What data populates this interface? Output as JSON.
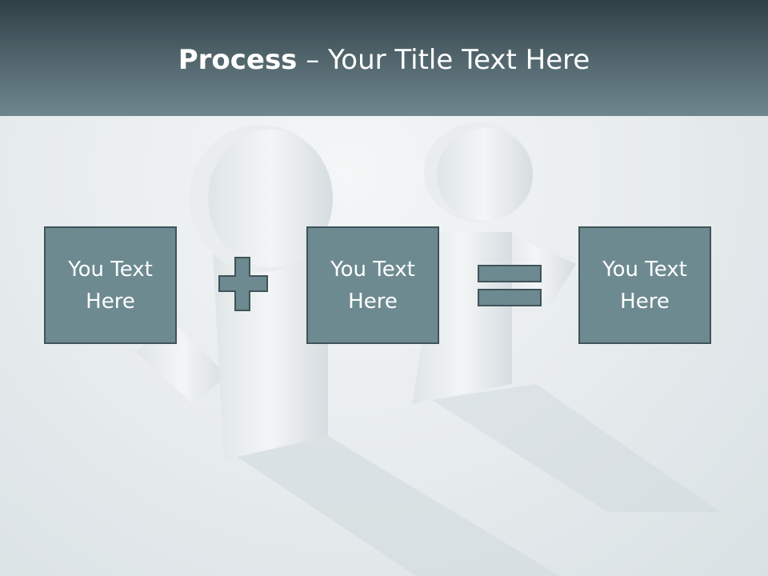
{
  "slide": {
    "title_bold": "Process",
    "title_rest": " – Your Title Text Here"
  },
  "boxes": [
    {
      "text": "You Text Here"
    },
    {
      "text": "You Text Here"
    },
    {
      "text": "You Text Here"
    }
  ],
  "operators": [
    "plus-icon",
    "equals-icon"
  ],
  "colors": {
    "header_dark": "#2f3f45",
    "header_light": "#6e868d",
    "box_fill": "#6d8a90",
    "box_border": "#3f5359",
    "background": "#e6ebed"
  }
}
